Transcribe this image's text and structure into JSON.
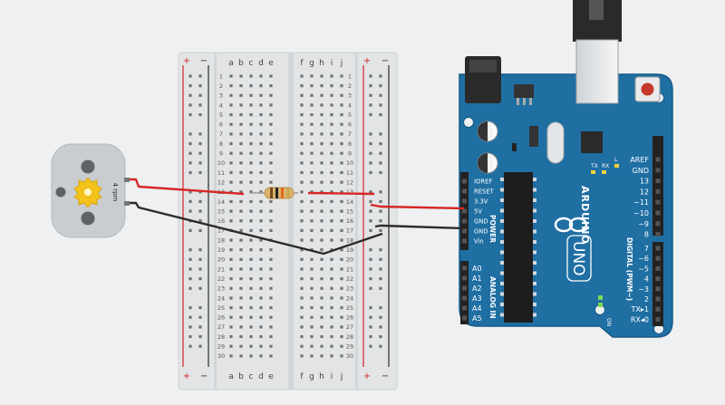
{
  "breadboard": {
    "plus": "+",
    "minus": "−",
    "cols_left": [
      "a",
      "b",
      "c",
      "d",
      "e"
    ],
    "cols_right": [
      "f",
      "g",
      "h",
      "i",
      "j"
    ],
    "rows": [
      "1",
      "2",
      "3",
      "4",
      "5",
      "6",
      "7",
      "8",
      "9",
      "10",
      "11",
      "12",
      "13",
      "14",
      "15",
      "16",
      "17",
      "18",
      "19",
      "20",
      "21",
      "22",
      "23",
      "24",
      "25",
      "26",
      "27",
      "28",
      "29",
      "30"
    ]
  },
  "motor": {
    "label": "4 rpm"
  },
  "arduino": {
    "brand": "ARDUINO",
    "model": "UNO",
    "power_title": "POWER",
    "analog_title": "ANALOG IN",
    "digital_title": "DIGITAL (PWM~)",
    "on_label": "ON",
    "l_label": "L",
    "tx_label": "TX",
    "rx_label": "RX",
    "power_pins": [
      "IOREF",
      "RESET",
      "3.3V",
      "5V",
      "GND",
      "GND",
      "Vin"
    ],
    "analog_pins": [
      "A0",
      "A1",
      "A2",
      "A3",
      "A4",
      "A5"
    ],
    "digital_top": [
      "AREF",
      "GND",
      "13",
      "12",
      "~11",
      "~10",
      "~9",
      "8"
    ],
    "digital_bottom": [
      "7",
      "~6",
      "~5",
      "4",
      "~3",
      "2",
      "TX▸1",
      "RX◂0"
    ]
  },
  "colors": {
    "wire_red": "#d62626",
    "wire_black": "#2b2b2b",
    "board": "#1f6fa3",
    "background": "#eef0f1"
  }
}
